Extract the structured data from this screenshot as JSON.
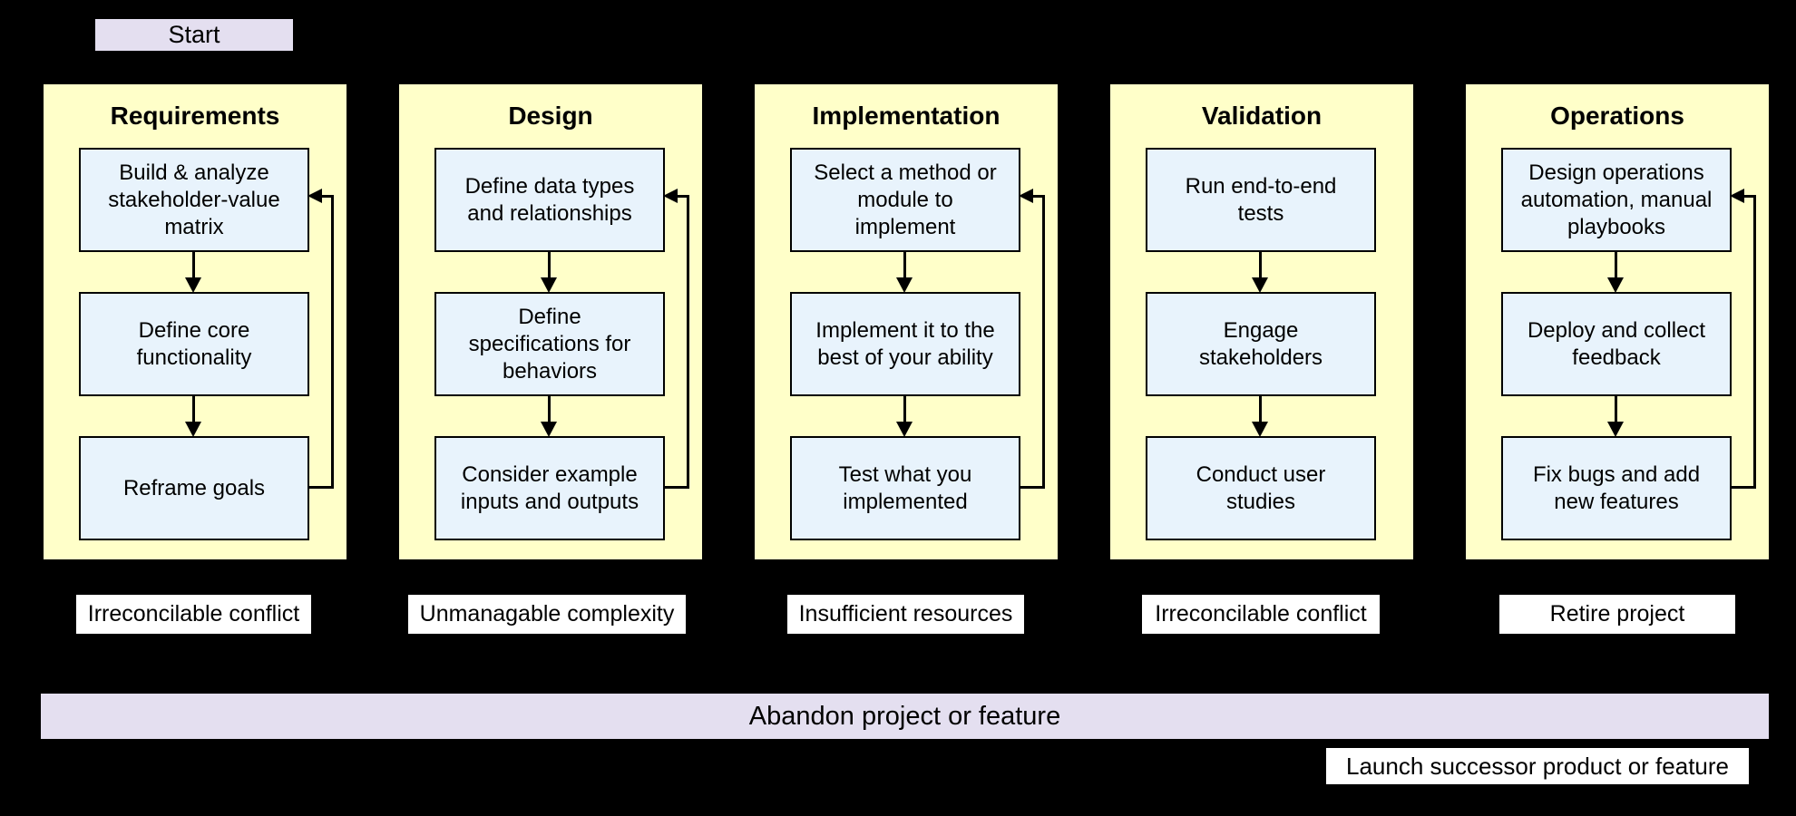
{
  "colors": {
    "stage_fill": "#ffffc9",
    "step_fill": "#e8f3fc",
    "terminal_fill": "#e4dff0",
    "label_fill": "#ffffff",
    "line": "#000000",
    "background": "#000000"
  },
  "start": {
    "label": "Start"
  },
  "stages": [
    {
      "title": "Requirements",
      "steps": [
        "Build & analyze\nstakeholder-value\nmatrix",
        "Define core\nfunctionality",
        "Reframe goals"
      ],
      "has_feedback_loop": true,
      "exit_label": "Irreconcilable conflict"
    },
    {
      "title": "Design",
      "steps": [
        "Define data types\nand relationships",
        "Define\nspecifications for\nbehaviors",
        "Consider example\ninputs and outputs"
      ],
      "has_feedback_loop": true,
      "exit_label": "Unmanagable complexity"
    },
    {
      "title": "Implementation",
      "steps": [
        "Select a method or\nmodule to\nimplement",
        "Implement it to the\nbest of your ability",
        "Test what you\nimplemented"
      ],
      "has_feedback_loop": true,
      "exit_label": "Insufficient resources"
    },
    {
      "title": "Validation",
      "steps": [
        "Run end-to-end\ntests",
        "Engage\nstakeholders",
        "Conduct user\nstudies"
      ],
      "has_feedback_loop": false,
      "exit_label": "Irreconcilable conflict"
    },
    {
      "title": "Operations",
      "steps": [
        "Design operations\nautomation, manual\nplaybooks",
        "Deploy and collect\nfeedback",
        "Fix bugs and add\nnew features"
      ],
      "has_feedback_loop": true,
      "exit_label": "Retire project"
    }
  ],
  "abandon_bar": {
    "label": "Abandon project or feature"
  },
  "launch_box": {
    "label": "Launch successor product or feature"
  }
}
